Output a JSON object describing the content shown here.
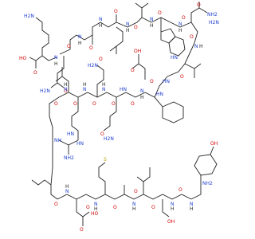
{
  "image_alt": "",
  "colors": {
    "bond": "#222222",
    "oxygen": "#d40000",
    "nitrogen": "#1f3fcf",
    "sulfur": "#b8a000",
    "background": "#ffffff"
  },
  "atoms": [
    {
      "id": "a1",
      "text": "H2N"
    },
    {
      "id": "a2",
      "text": "O"
    },
    {
      "id": "a3",
      "text": "HO"
    },
    {
      "id": "a4",
      "text": "N"
    },
    {
      "id": "a5",
      "text": "H"
    },
    {
      "id": "a6",
      "text": "O"
    },
    {
      "id": "a7",
      "text": "H2N"
    },
    {
      "id": "a8",
      "text": "O"
    },
    {
      "id": "a9",
      "text": "N"
    },
    {
      "id": "a10",
      "text": "H"
    },
    {
      "id": "a11",
      "text": "O"
    },
    {
      "id": "a12",
      "text": "N"
    },
    {
      "id": "a13",
      "text": "H"
    },
    {
      "id": "a14",
      "text": "O"
    },
    {
      "id": "a15",
      "text": "N"
    },
    {
      "id": "a16",
      "text": "H"
    },
    {
      "id": "a17",
      "text": "O"
    },
    {
      "id": "a18",
      "text": "N"
    },
    {
      "id": "a19",
      "text": "H"
    },
    {
      "id": "a20",
      "text": "O"
    },
    {
      "id": "a21",
      "text": "N"
    },
    {
      "id": "a22",
      "text": "H"
    },
    {
      "id": "a23",
      "text": "O"
    },
    {
      "id": "a24",
      "text": "O"
    },
    {
      "id": "a25",
      "text": "NH2"
    },
    {
      "id": "a26",
      "text": "HN"
    },
    {
      "id": "a27",
      "text": "N"
    },
    {
      "id": "a28",
      "text": "H"
    },
    {
      "id": "a29",
      "text": "O"
    },
    {
      "id": "a30",
      "text": "H2N"
    },
    {
      "id": "a31",
      "text": "O"
    },
    {
      "id": "a32",
      "text": "HN"
    },
    {
      "id": "a33",
      "text": "O"
    },
    {
      "id": "a34",
      "text": "OH"
    },
    {
      "id": "a35",
      "text": "O"
    },
    {
      "id": "a36",
      "text": "HN"
    },
    {
      "id": "a37",
      "text": "H"
    },
    {
      "id": "a38",
      "text": "N"
    },
    {
      "id": "a39",
      "text": "O"
    },
    {
      "id": "a40",
      "text": "HN"
    },
    {
      "id": "a41",
      "text": "O"
    },
    {
      "id": "a42",
      "text": "N"
    },
    {
      "id": "a43",
      "text": "H"
    },
    {
      "id": "a44",
      "text": "O"
    },
    {
      "id": "a45",
      "text": "N"
    },
    {
      "id": "a46",
      "text": "H"
    },
    {
      "id": "a47",
      "text": "O"
    },
    {
      "id": "a48",
      "text": "N"
    },
    {
      "id": "a49",
      "text": "H"
    },
    {
      "id": "a50",
      "text": "O"
    },
    {
      "id": "a51",
      "text": "HN"
    },
    {
      "id": "a52",
      "text": "HN"
    },
    {
      "id": "a53",
      "text": "NH"
    },
    {
      "id": "a54",
      "text": "NH2"
    },
    {
      "id": "a55",
      "text": "O"
    },
    {
      "id": "a56",
      "text": "H2N"
    },
    {
      "id": "a57",
      "text": "O"
    },
    {
      "id": "a58",
      "text": "H2N"
    },
    {
      "id": "a59",
      "text": "O"
    },
    {
      "id": "a60",
      "text": "N"
    },
    {
      "id": "a61",
      "text": "H"
    },
    {
      "id": "a62",
      "text": "O"
    },
    {
      "id": "a63",
      "text": "N"
    },
    {
      "id": "a64",
      "text": "H"
    },
    {
      "id": "a65",
      "text": "O"
    },
    {
      "id": "a66",
      "text": "N"
    },
    {
      "id": "a67",
      "text": "H"
    },
    {
      "id": "a68",
      "text": "O"
    },
    {
      "id": "a69",
      "text": "N"
    },
    {
      "id": "a70",
      "text": "H"
    },
    {
      "id": "a71",
      "text": "O"
    },
    {
      "id": "a72",
      "text": "N"
    },
    {
      "id": "a73",
      "text": "H"
    },
    {
      "id": "a74",
      "text": "OH"
    },
    {
      "id": "a75",
      "text": "NH2"
    },
    {
      "id": "a76",
      "text": "O"
    },
    {
      "id": "a77",
      "text": "HO"
    },
    {
      "id": "a78",
      "text": "S"
    },
    {
      "id": "a79",
      "text": "O"
    },
    {
      "id": "a80",
      "text": "OH"
    }
  ]
}
